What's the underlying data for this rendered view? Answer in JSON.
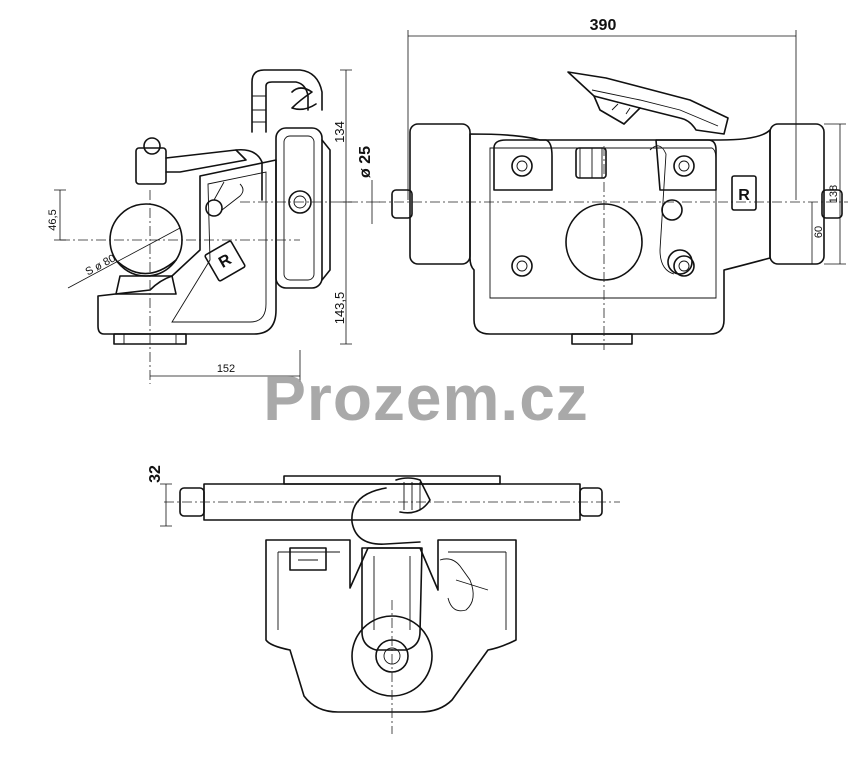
{
  "watermark": "Prozem.cz",
  "dimensions": {
    "width_overall": "390",
    "height_top": "134",
    "pin_diameter": "ø 25",
    "height_bottom": "143,5",
    "offset_ball": "46,5",
    "ball_size": "S ø 80",
    "depth": "152",
    "height_front": "138",
    "height_mid": "60",
    "plate_thickness": "32"
  },
  "label_icon": "r-logo-plate"
}
